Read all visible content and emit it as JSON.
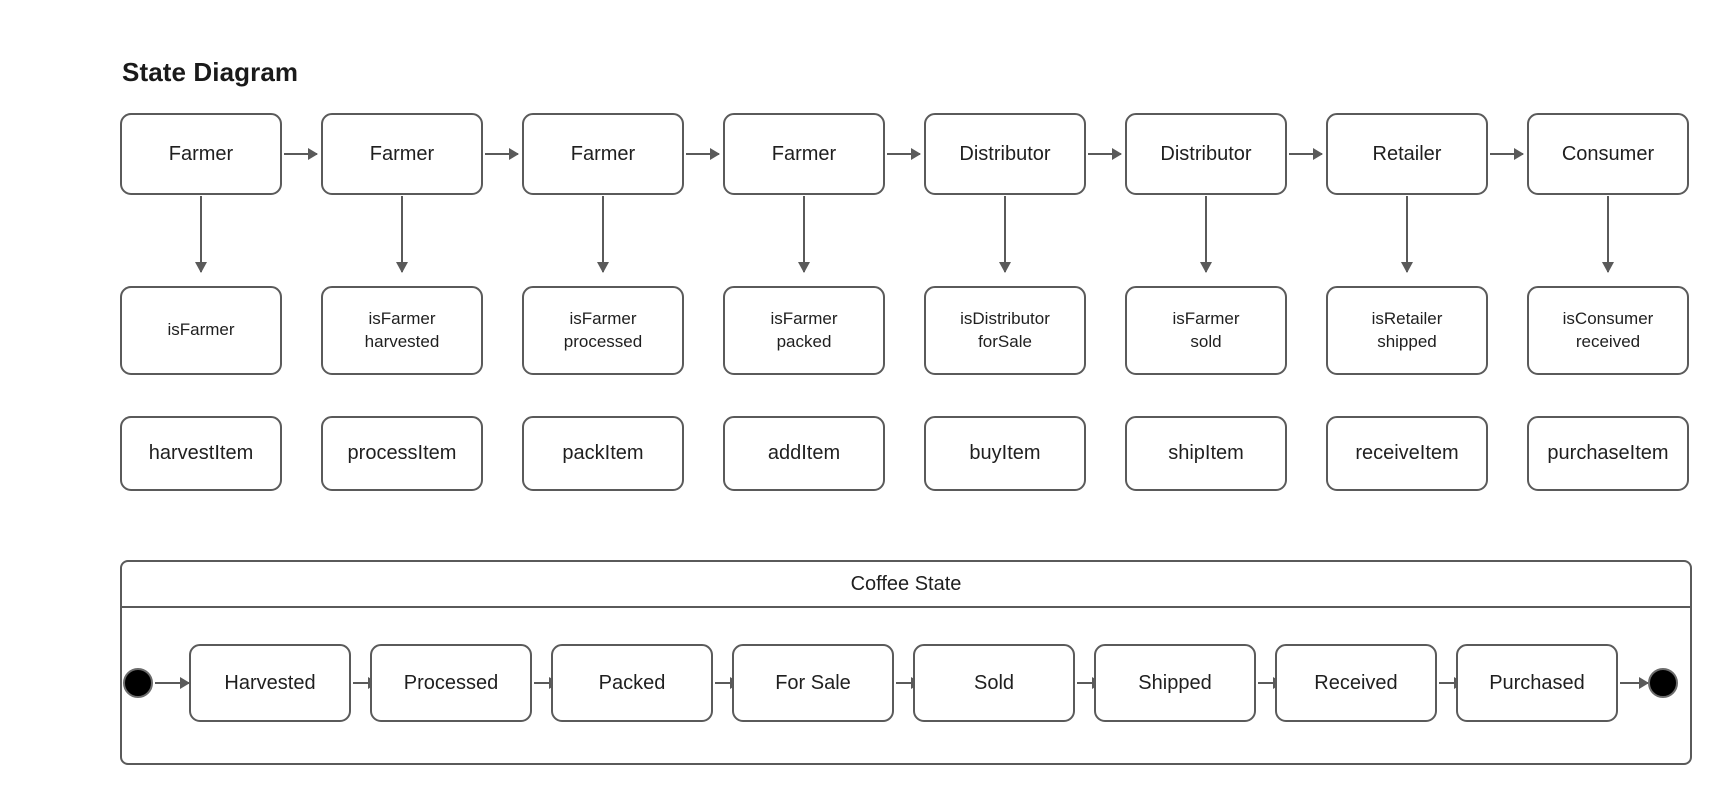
{
  "title": "State Diagram",
  "rows": {
    "actors": [
      {
        "label": "Farmer"
      },
      {
        "label": "Farmer"
      },
      {
        "label": "Farmer"
      },
      {
        "label": "Farmer"
      },
      {
        "label": "Distributor"
      },
      {
        "label": "Distributor"
      },
      {
        "label": "Retailer"
      },
      {
        "label": "Consumer"
      }
    ],
    "guards": [
      {
        "line1": "isFarmer",
        "line2": ""
      },
      {
        "line1": "isFarmer",
        "line2": "harvested"
      },
      {
        "line1": "isFarmer",
        "line2": "processed"
      },
      {
        "line1": "isFarmer",
        "line2": "packed"
      },
      {
        "line1": "isDistributor",
        "line2": "forSale"
      },
      {
        "line1": "isFarmer",
        "line2": "sold"
      },
      {
        "line1": "isRetailer",
        "line2": "shipped"
      },
      {
        "line1": "isConsumer",
        "line2": "received"
      }
    ],
    "actions": [
      {
        "label": "harvestItem"
      },
      {
        "label": "processItem"
      },
      {
        "label": "packItem"
      },
      {
        "label": "addItem"
      },
      {
        "label": "buyItem"
      },
      {
        "label": "shipItem"
      },
      {
        "label": "receiveItem"
      },
      {
        "label": "purchaseItem"
      }
    ]
  },
  "composite": {
    "title": "Coffee State",
    "initial_state": "initial",
    "final_state": "final",
    "states": [
      {
        "label": "Harvested"
      },
      {
        "label": "Processed"
      },
      {
        "label": "Packed"
      },
      {
        "label": "For Sale"
      },
      {
        "label": "Sold"
      },
      {
        "label": "Shipped"
      },
      {
        "label": "Received"
      },
      {
        "label": "Purchased"
      }
    ]
  },
  "colors": {
    "stroke": "#5a5a5a",
    "text": "#1f1f1f",
    "background": "#ffffff",
    "pseudostate_fill": "#000000"
  }
}
